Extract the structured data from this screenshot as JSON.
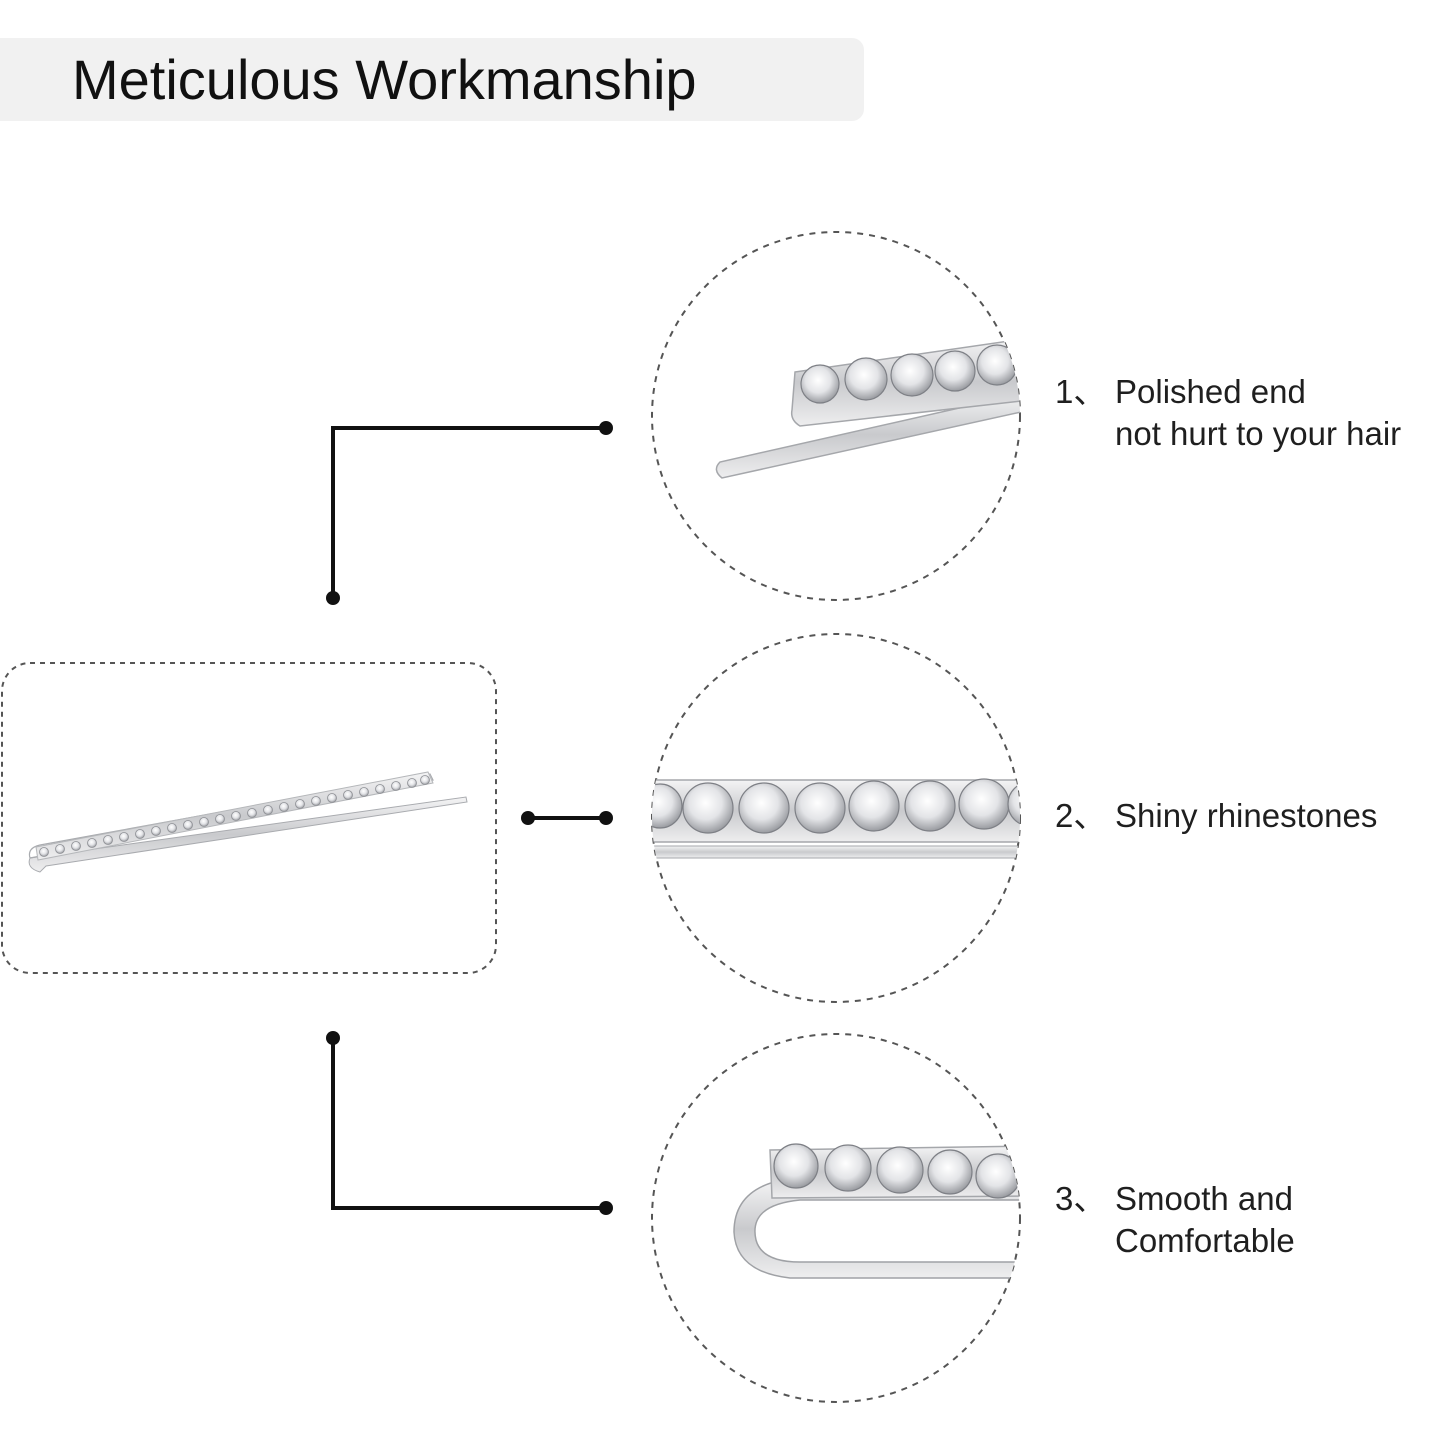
{
  "header": {
    "title": "Meticulous Workmanship"
  },
  "features": [
    {
      "number": "1、",
      "line1": "Polished end",
      "line2": "not hurt to your hair",
      "detail": "polished-end-closeup"
    },
    {
      "number": "2、",
      "line1": "Shiny rhinestones",
      "line2": "",
      "detail": "rhinestone-row-closeup"
    },
    {
      "number": "3、",
      "line1": "Smooth and",
      "line2": "Comfortable",
      "detail": "rounded-bend-closeup"
    }
  ],
  "colors": {
    "line": "#111111",
    "dash": "#555555",
    "metal": "#d9dadc",
    "title_bg": "#f1f1f1"
  },
  "product": {
    "image": "rhinestone-bobby-pin"
  }
}
